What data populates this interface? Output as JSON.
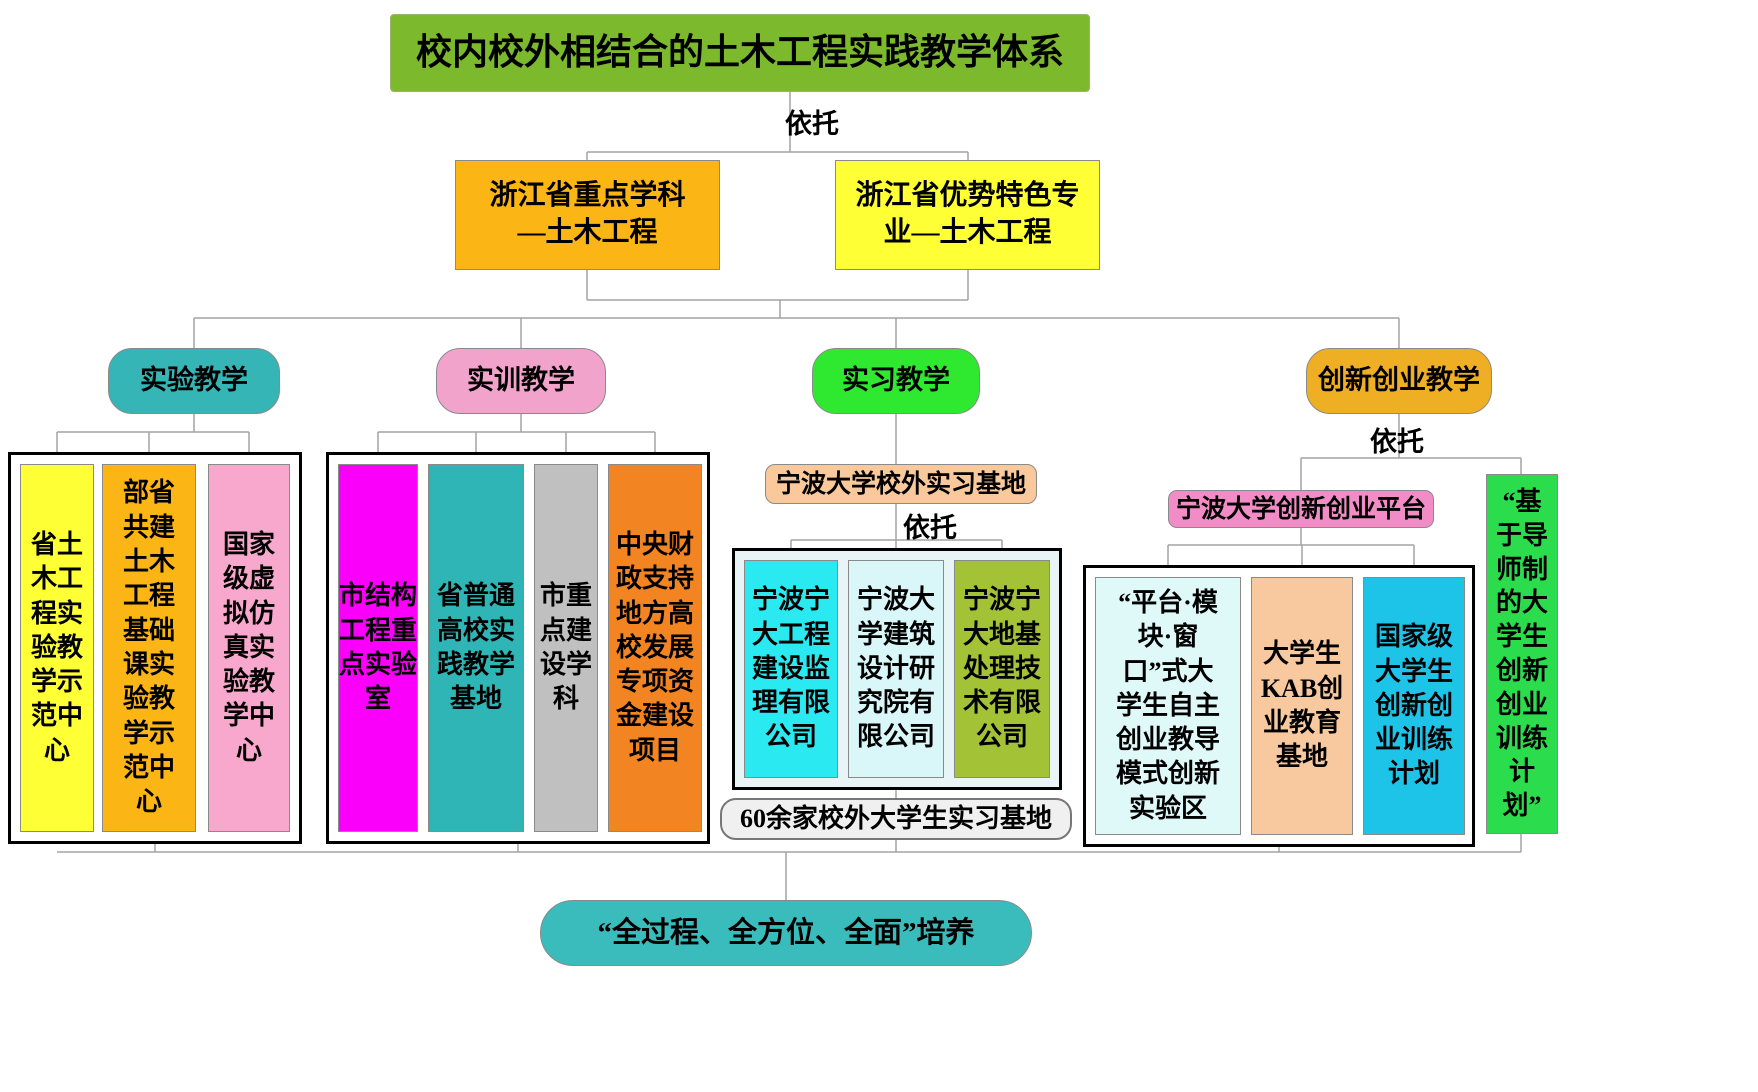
{
  "title": "校内校外相结合的土木工程实践教学体系",
  "connector_labels": {
    "top": "依托",
    "internship": "依托",
    "innovation": "依托"
  },
  "foundation": {
    "key_discipline": "浙江省重点学科—土木工程",
    "featured_major": "浙江省优势特色专业—土木工程"
  },
  "branches": {
    "experiment": {
      "header": "实验教学",
      "items": [
        "省土木工程实验教学示范中心",
        "部省共建土木工程基础课实验教学示范中心",
        "国家级虚拟仿真实验教学中心"
      ]
    },
    "training": {
      "header": "实训教学",
      "items": [
        "市结构工程重点实验室",
        "省普通高校实践教学基地",
        "市重点建设学科",
        "中央财政支持地方高校发展专项资金建设项目"
      ]
    },
    "internship": {
      "header": "实习教学",
      "base": "宁波大学校外实习基地",
      "companies": [
        "宁波宁大工程建设监理有限公司",
        "宁波大学建筑设计研究院有限公司",
        "宁波宁大地基处理技术有限公司"
      ],
      "external_bases": "60余家校外大学生实习基地"
    },
    "innovation": {
      "header": "创新创业教学",
      "platform": "宁波大学创新创业平台",
      "items": [
        "“平台·模块·窗口”式大学生自主创业教导模式创新实验区",
        "大学生KAB创业教育基地",
        "国家级大学生创新创业训练计划"
      ],
      "tutor_program": "“基于导师制的大学生创新创业训练计划”"
    }
  },
  "outcome": "“全过程、全方位、全面”培养",
  "colors": {
    "title_green": "#7CB92C",
    "gold": "#FBB515",
    "yellow": "#FFFF35",
    "teal": "#35B5B5",
    "pink_header": "#F2A3CC",
    "bright_green": "#2EE930",
    "orange_header": "#EFAF25",
    "magenta": "#FA00FA",
    "gray": "#C0C0C0",
    "deep_orange": "#F28422",
    "peach": "#F9C99C",
    "cyan": "#2BE9F0",
    "pale_cyan": "#D9F6F8",
    "olive": "#A3C235",
    "rose": "#F18CC6",
    "sky_cyan": "#1EC3E8",
    "green_tutor": "#2BDC4C",
    "outcome_teal": "#3ABCBC",
    "line_gray": "#A3A3A3"
  }
}
